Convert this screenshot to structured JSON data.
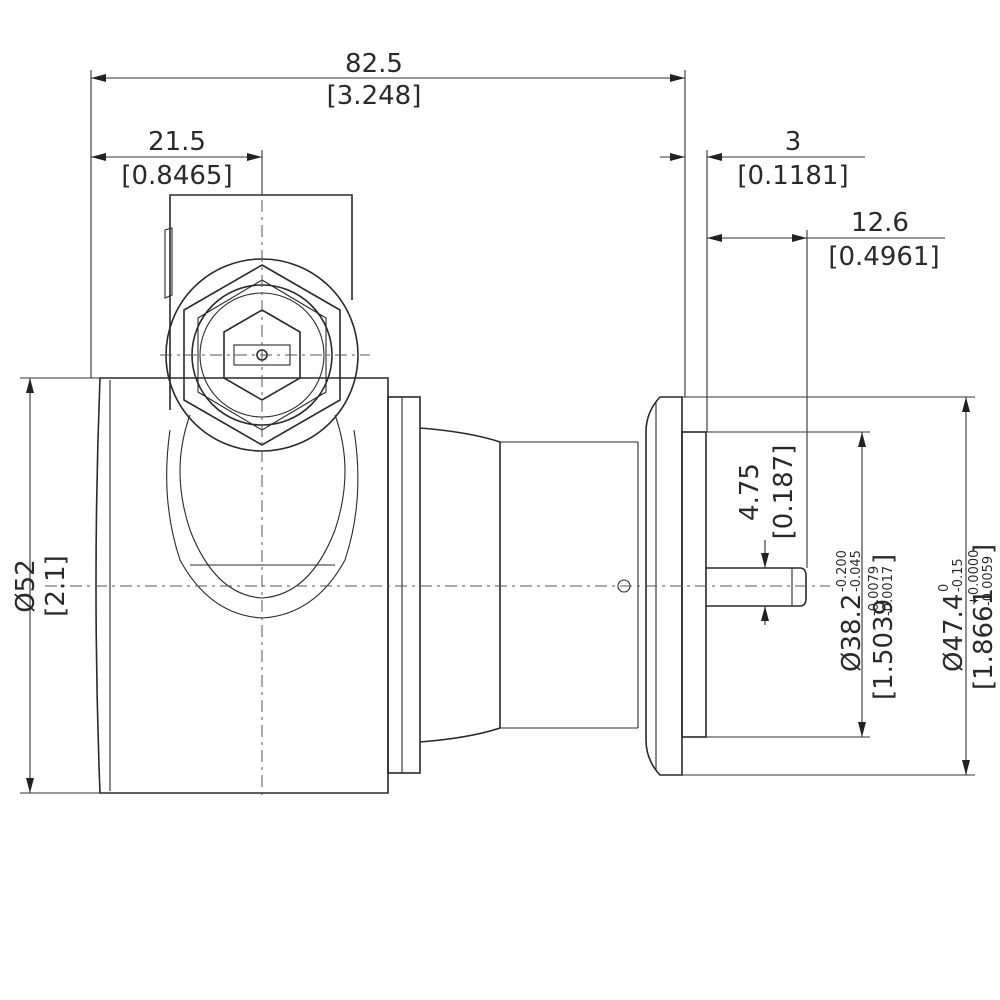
{
  "dimensions": {
    "overall_length": {
      "mm": "82.5",
      "inch": "[3.248]"
    },
    "port_offset": {
      "mm": "21.5",
      "inch": "[0.8465]"
    },
    "flange_thickness": {
      "mm": "3",
      "inch": "[0.1181]"
    },
    "shaft_length": {
      "mm": "12.6",
      "inch": "[0.4961]"
    },
    "shaft_diameter": {
      "mm": "4.75",
      "inch": "[0.187]"
    },
    "body_diameter": {
      "mm": "Ø52",
      "inch": "[2.1]"
    },
    "pilot_diameter": {
      "mm": "Ø38.2",
      "mm_tol_upper": "-0.200",
      "mm_tol_lower": "-0.045",
      "inch": "[1.5039",
      "inch_tol_upper": "-0.0079",
      "inch_tol_lower": "-0.0017",
      "inch_close": "]"
    },
    "flange_diameter": {
      "mm": "Ø47.4",
      "mm_tol_upper": "0",
      "mm_tol_lower": "-0.15",
      "inch": "[1.8661",
      "inch_tol_upper": "+0.0000",
      "inch_tol_lower": "-0.0059",
      "inch_close": "]"
    }
  }
}
